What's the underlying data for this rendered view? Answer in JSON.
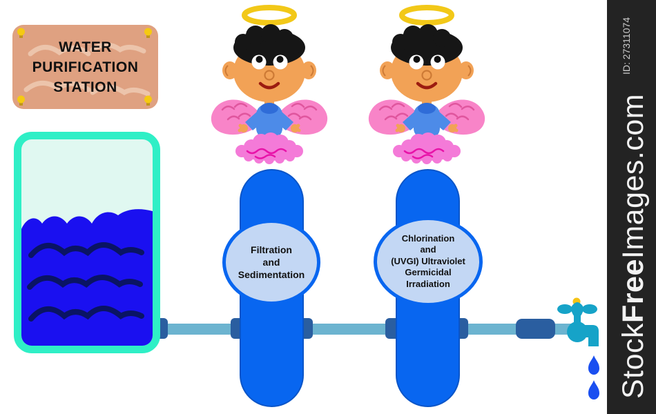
{
  "sign": {
    "text": "WATER\nPURIFICATION\nSTATION"
  },
  "filters": [
    {
      "label": "Filtration\nand\nSedimentation"
    },
    {
      "label": "Chlorination\nand\n(UVGI) Ultraviolet\nGermicidal\nIrradiation"
    }
  ],
  "watermark": {
    "site_prefix": "Stock",
    "site_bold": "Free",
    "site_suffix": "Images.com",
    "image_id": "ID: 27311074"
  },
  "icons": [
    "angel-figure",
    "halo-icon",
    "screw-icon",
    "faucet-icon",
    "water-drop-icon",
    "water-tank",
    "pipe-coupling"
  ],
  "palette": {
    "sign_bg": "#dfa181",
    "sign_swirl": "#ecc4ab",
    "sign_text": "#111111",
    "screw_yellow": "#f5c912",
    "screw_stem": "#c1951b",
    "tank_border": "#2fefc6",
    "tank_bg": "#e0f8f1",
    "water_blue": "#1a10f0",
    "wave_navy": "#0a1464",
    "pipe_blue": "#6cb4d0",
    "coupling_blue": "#2a5ea0",
    "capsule_blue": "#0866f0",
    "capsule_edge": "#0a55c8",
    "circle_fill": "#c3d7f4",
    "halo_gold": "#f2c818",
    "hair_black": "#161616",
    "skin": "#f2a256",
    "skin_line": "#cd7a35",
    "wing_pink": "#f884c8",
    "wing_detail": "#e0569e",
    "dress_blue": "#4d8be8",
    "collar_blue": "#2f6cd8",
    "cloud_pink": "#f47ad8",
    "cloud_detail": "#e813a8",
    "smile_red": "#9c1c10",
    "faucet_teal": "#16a3c8",
    "knob_yellow": "#f5c315",
    "drop_blue": "#1a4ff0",
    "watermark_bg": "#232323",
    "watermark_text": "#f2f2f2",
    "watermark_id_text": "#cccccc"
  }
}
